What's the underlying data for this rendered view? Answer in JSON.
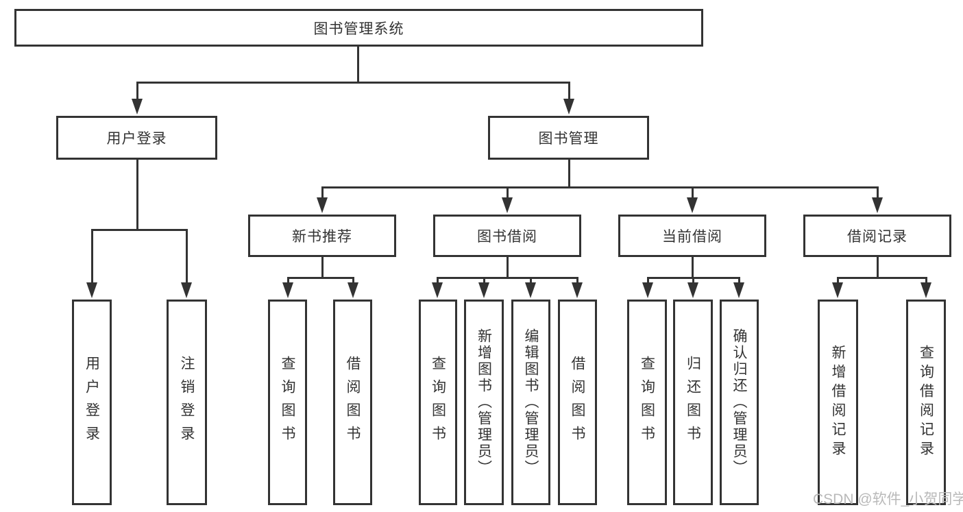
{
  "diagram": {
    "title": "图书管理系统",
    "root": {
      "label": "图书管理系统"
    },
    "level1": [
      {
        "label": "用户登录"
      },
      {
        "label": "图书管理"
      }
    ],
    "level2": [
      {
        "label": "新书推荐"
      },
      {
        "label": "图书借阅"
      },
      {
        "label": "当前借阅"
      },
      {
        "label": "借阅记录"
      }
    ],
    "leaves": {
      "user": [
        {
          "label": "用户登录"
        },
        {
          "label": "注销登录"
        }
      ],
      "newbook": [
        {
          "label": "查询图书"
        },
        {
          "label": "借阅图书"
        }
      ],
      "borrow": [
        {
          "label": "查询图书"
        },
        {
          "label": "新增图书（管理员）"
        },
        {
          "label": "编辑图书（管理员）"
        },
        {
          "label": "借阅图书"
        }
      ],
      "current": [
        {
          "label": "查询图书"
        },
        {
          "label": "归还图书"
        },
        {
          "label": "确认归还（管理员）"
        }
      ],
      "records": [
        {
          "label": "新增借阅记录"
        },
        {
          "label": "查询借阅记录"
        }
      ]
    },
    "watermark": "CSDN @软件_小贺同学",
    "colors": {
      "line": "#333333",
      "text": "#333333",
      "watermark": "#b9b9b9",
      "background": "#ffffff"
    }
  }
}
